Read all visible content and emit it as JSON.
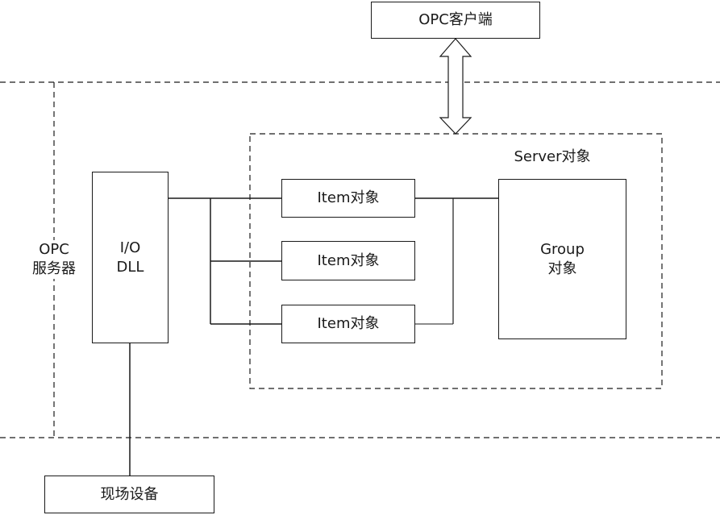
{
  "client": {
    "label": "OPC客户端"
  },
  "server_region": {
    "label_line1": "OPC",
    "label_line2": "服务器"
  },
  "server_object": {
    "label": "Server对象"
  },
  "io_dll": {
    "line1": "I/O",
    "line2": "DLL"
  },
  "items": [
    {
      "label": "Item对象"
    },
    {
      "label": "Item对象"
    },
    {
      "label": "Item对象"
    }
  ],
  "group": {
    "line1": "Group",
    "line2": "对象"
  },
  "field_devices": {
    "label": "现场设备"
  }
}
